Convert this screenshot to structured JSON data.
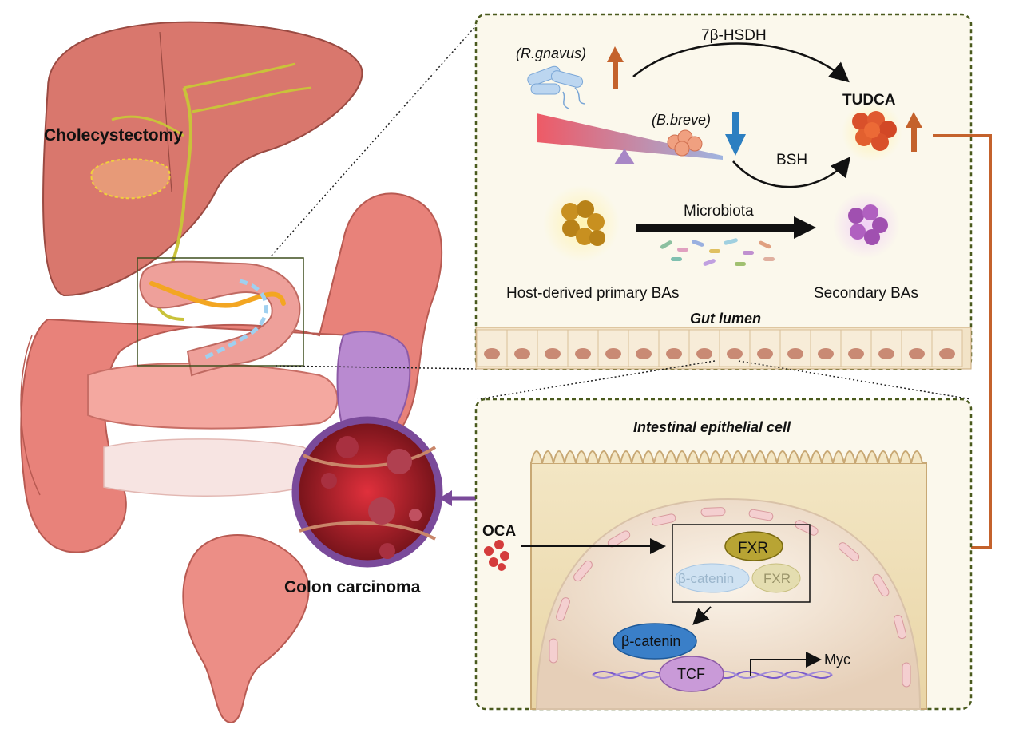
{
  "labels": {
    "cholecystectomy": "Cholecystectomy",
    "colon_carcinoma": "Colon carcinoma",
    "r_gnavus": "(R.gnavus)",
    "b_breve": "(B.breve)",
    "enzyme_7b": "7β-HSDH",
    "bsh": "BSH",
    "tudca": "TUDCA",
    "microbiota": "Microbiota",
    "primary_bas": "Host-derived primary BAs",
    "secondary_bas": "Secondary BAs",
    "gut_lumen": "Gut lumen",
    "epithelial_cell": "Intestinal epithelial cell",
    "oca": "OCA",
    "fxr_active": "FXR",
    "beta_catenin_complex": "β-catenin",
    "fxr_complex": "FXR",
    "beta_catenin": "β-catenin",
    "tcf": "TCF",
    "myc": "Myc"
  },
  "colors": {
    "liver": "#d9776d",
    "intestine": "#e8827a",
    "panel_border": "#4a5a1e",
    "panel_fill": "#fbf8ec",
    "up_arrow": "#c4622c",
    "down_arrow": "#2c7fc1",
    "inhibition": "#c4622c",
    "tudca": "#d9502a",
    "primary_ba": "#c89020",
    "secondary_ba": "#a050b0",
    "tumor_ring": "#7a4a9a"
  }
}
